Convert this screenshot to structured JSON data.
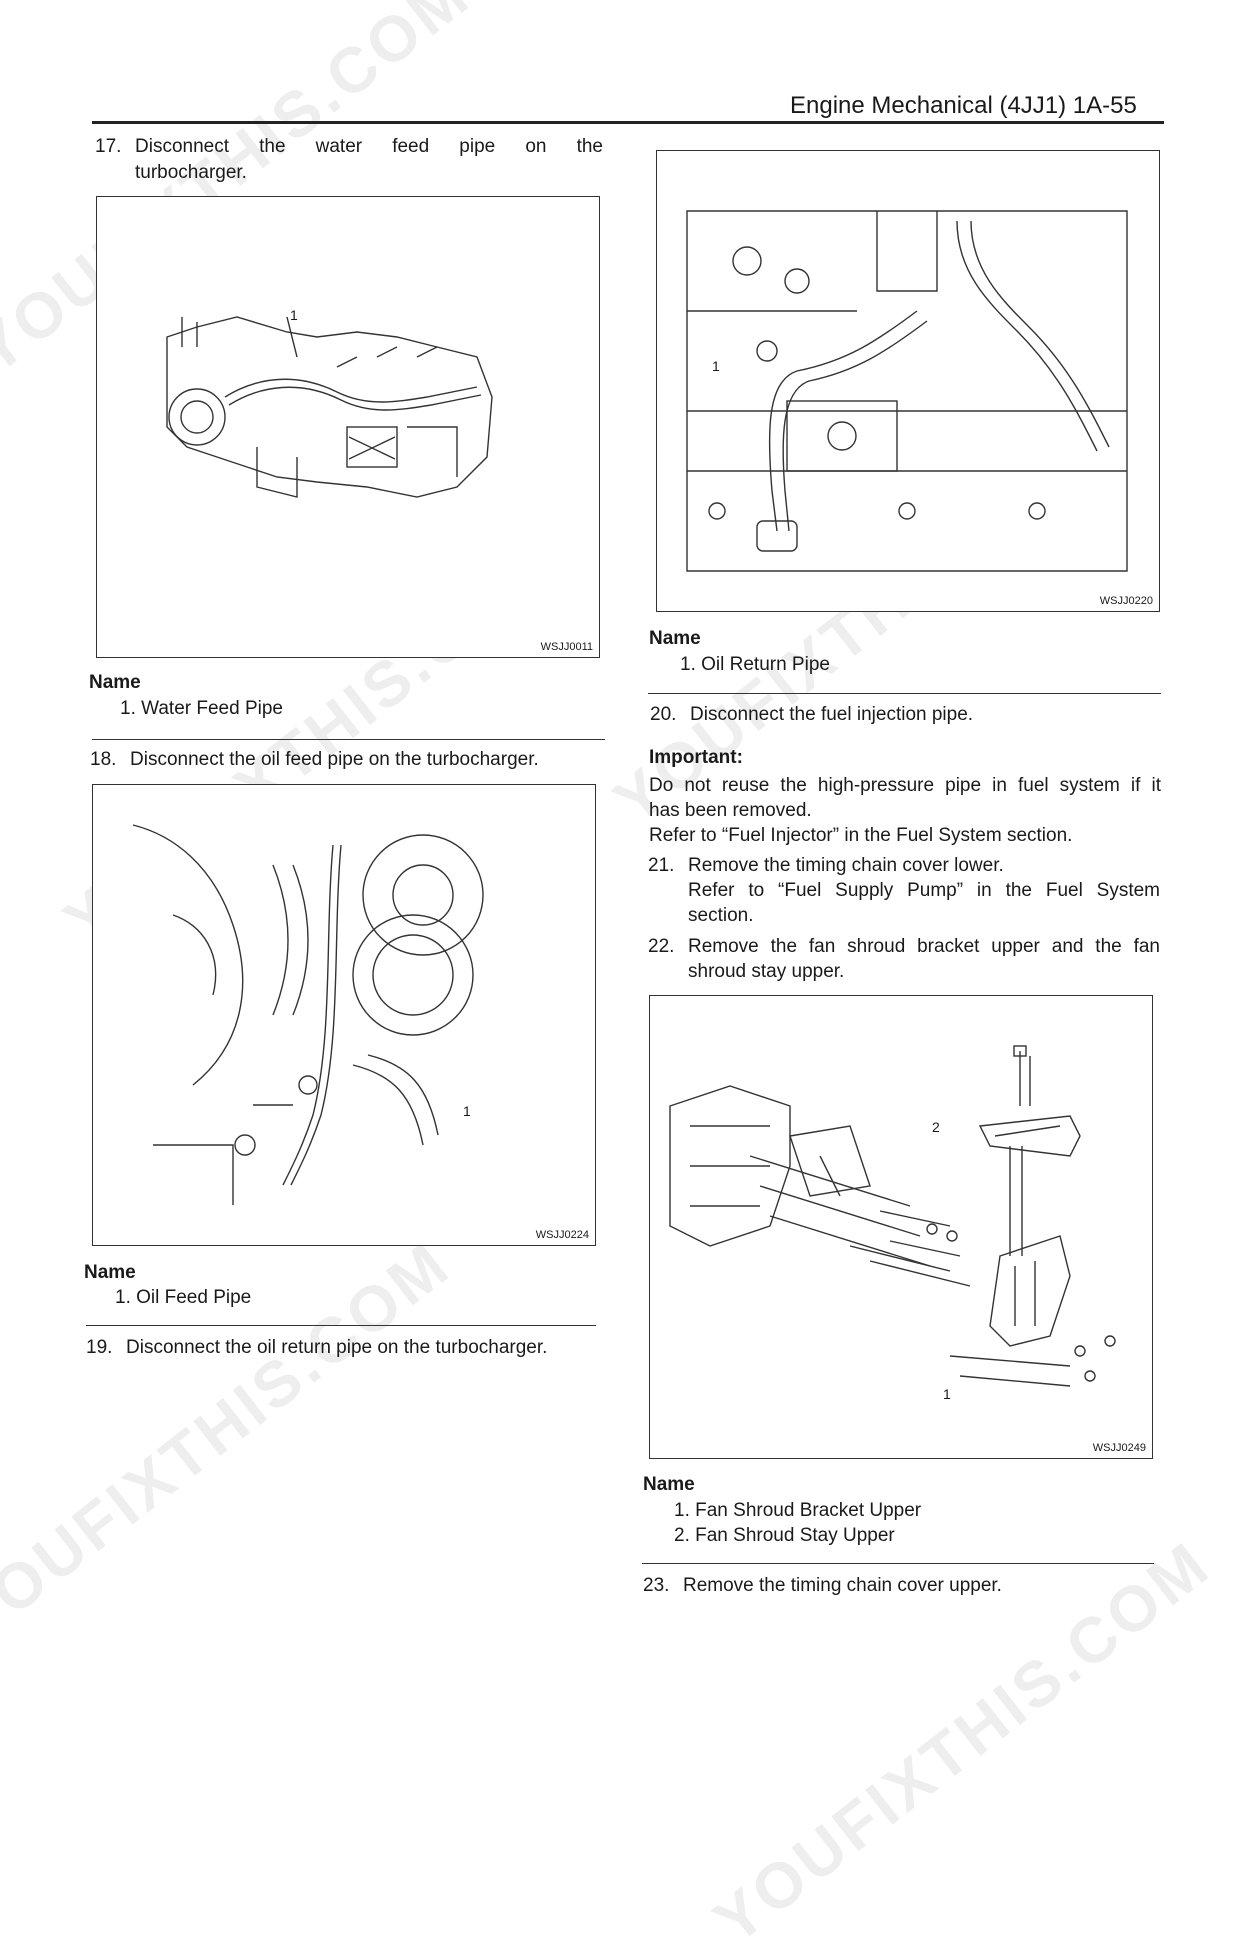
{
  "header": {
    "title": "Engine Mechanical (4JJ1) 1A-55"
  },
  "steps": {
    "s17": {
      "num": "17.",
      "line1": "Disconnect the water feed pipe on the",
      "line2": "turbocharger."
    },
    "s18": {
      "num": "18.",
      "text": "Disconnect the oil feed pipe on the turbocharger."
    },
    "s19": {
      "num": "19.",
      "text": "Disconnect the oil return pipe on the turbocharger."
    },
    "s20": {
      "num": "20.",
      "text": "Disconnect the fuel injection pipe."
    },
    "s21": {
      "num": "21.",
      "line1": "Remove the timing chain cover lower.",
      "line2": "Refer to “Fuel Supply Pump” in the Fuel System",
      "line3": "section."
    },
    "s22": {
      "num": "22.",
      "line1": "Remove the fan shroud bracket upper and the fan",
      "line2": "shroud stay upper."
    },
    "s23": {
      "num": "23.",
      "text": "Remove the timing chain cover upper."
    }
  },
  "figures": {
    "f1": {
      "code": "WSJJ0011",
      "callout": "1"
    },
    "f2": {
      "code": "WSJJ0224",
      "callout": "1"
    },
    "f3": {
      "code": "WSJJ0220",
      "callout": "1"
    },
    "f4": {
      "code": "WSJJ0249",
      "callout1": "1",
      "callout2": "2"
    }
  },
  "names": {
    "n1": {
      "header": "Name",
      "items": [
        "1.  Water Feed Pipe"
      ]
    },
    "n2": {
      "header": "Name",
      "items": [
        "1.  Oil Feed Pipe"
      ]
    },
    "n3": {
      "header": "Name",
      "items": [
        "1.  Oil Return Pipe"
      ]
    },
    "n4": {
      "header": "Name",
      "items": [
        "1.  Fan Shroud Bracket Upper",
        "2.  Fan Shroud Stay Upper"
      ]
    }
  },
  "important": {
    "label": "Important:",
    "line1": "Do not reuse the high-pressure pipe in fuel system if it",
    "line2": "has been removed.",
    "line3": "Refer to “Fuel Injector” in the Fuel System section."
  },
  "watermark": {
    "text": "YOUFIXTHIS.COM"
  }
}
